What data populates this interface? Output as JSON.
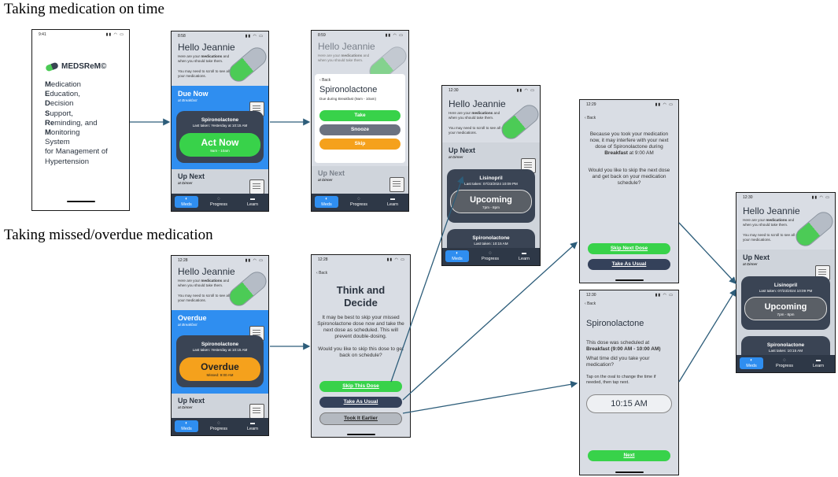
{
  "headings": {
    "top": "Taking medication on time",
    "bottom": "Taking missed/overdue medication"
  },
  "colors": {
    "green": "#38d24a",
    "blue": "#2f8ef0",
    "navy": "#34415a",
    "orange": "#f5a11c",
    "arrow": "#2d5d7a"
  },
  "splash": {
    "time": "9:41",
    "logo": "MEDSReM©",
    "lines": [
      {
        "cap": "M",
        "rest": "edication"
      },
      {
        "cap": "E",
        "rest": "ducation,"
      },
      {
        "cap": "D",
        "rest": "ecision"
      },
      {
        "cap": "S",
        "rest": "upport,"
      },
      {
        "cap": "Re",
        "rest": "minding, and"
      },
      {
        "cap": "M",
        "rest": "onitoring"
      },
      {
        "cap": "",
        "rest": "System"
      },
      {
        "cap": "",
        "rest": "for Management of"
      },
      {
        "cap": "",
        "rest": "Hypertension"
      }
    ]
  },
  "home": {
    "greeting": "Hello Jeannie",
    "intro_a": "Here are your ",
    "intro_b": "medications",
    "intro_c": " and when you should take them.",
    "scroll": "You may need to scroll to see all of your medications."
  },
  "s2": {
    "time": "8:58",
    "section": "Due Now",
    "section_sub": "at Breakfast",
    "med": "Spironolactone",
    "last": "Last taken: Yesterday at 10:15 AM",
    "action": "Act Now",
    "action_sub": "9am - 10am",
    "next": "Up Next",
    "next_sub": "at Dinner"
  },
  "s3": {
    "time": "8:59",
    "back": "Back",
    "title": "Spironolactone",
    "due": "Due during Breakfast (9am - 10am)",
    "take": "Take",
    "snooze": "Snooze",
    "skip": "Skip",
    "next": "Up Next",
    "next_sub": "at Dinner"
  },
  "s4": {
    "time": "12:30",
    "next": "Up Next",
    "next_sub": "at Dinner",
    "med1": "Lisinopril",
    "last1": "Last taken: 07/23/2024 10:09 PM",
    "status": "Upcoming",
    "status_sub": "7pm - 8pm",
    "med2": "Spironolactone",
    "last2": "Last taken: 10:15 AM"
  },
  "s5": {
    "time": "12:29",
    "back": "Back",
    "p1": "Because you took your medication now, it may interfere with your next dose of Spironolactone during ",
    "p1b": "Breakfast",
    "p1c": " at 9:00 AM",
    "p2": "Would you like to skip the next dose and get back on your medication schedule?",
    "btn1": "Skip Next Dose",
    "btn2": "Take As Usual"
  },
  "s6": {
    "time": "12:30",
    "back": "Back",
    "title": "Spironolactone",
    "p1": "This dose was scheduled at ",
    "p1b": "Breakfast (9:00 AM - 10:00 AM)",
    "q": "What time did you take your medication?",
    "hint": "Tap on the oval to change the time if needed, then tap next.",
    "timeval": "10:15 AM",
    "next": "Next"
  },
  "s7": {
    "time": "12:30",
    "next": "Up Next",
    "next_sub": "at Dinner",
    "med1": "Lisinopril",
    "last1": "Last taken: 07/23/2024 10:09 PM",
    "status": "Upcoming",
    "status_sub": "7pm - 8pm",
    "med2": "Spironolactone",
    "last2": "Last taken: 10:15 AM"
  },
  "s8": {
    "time": "12:28",
    "section": "Overdue",
    "section_sub": "at Breakfast",
    "med": "Spironolactone",
    "last": "Last taken: Yesterday at 10:15 AM",
    "action": "Overdue",
    "action_sub": "Missed: 9:00 AM",
    "next": "Up Next",
    "next_sub": "at Dinner"
  },
  "s9": {
    "time": "12:28",
    "back": "Back",
    "title": "Think and Decide",
    "p1": "It may be best to skip your missed Spironolactone dose now and take the next dose as scheduled. This will prevent double-dosing.",
    "p2": "Would you like to skip this dose to get back on schedule?",
    "btn1": "Skip This Dose",
    "btn2": "Take As Usual",
    "btn3": "Took It Earlier"
  },
  "tabs": {
    "meds": "Meds",
    "progress": "Progress",
    "learn": "Learn"
  }
}
